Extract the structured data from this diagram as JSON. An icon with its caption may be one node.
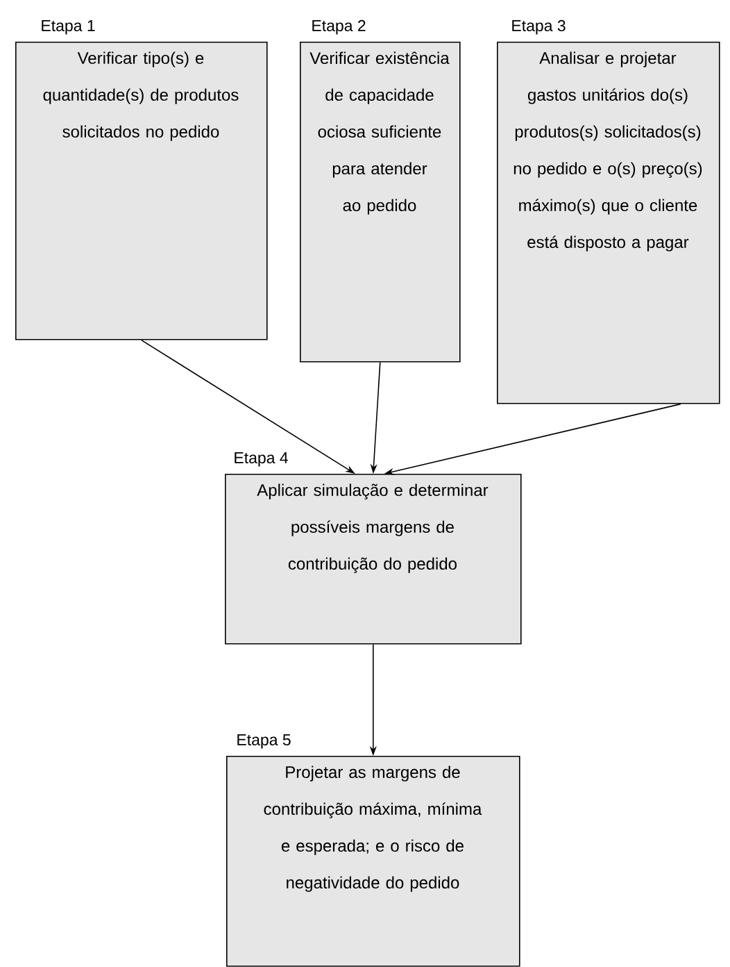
{
  "diagram": {
    "nodes": [
      {
        "text": [
          "Etapa 1",
          "Verificar tipo(s) e quantidade(s) de produtos solicitados no pedido"
        ]
      },
      {
        "text": [
          "Etapa 2",
          "Verificar existência de capacidade ociosa suficiente para atender ao pedido"
        ]
      },
      {
        "text": [
          "Etapa 3",
          "Analisar e projetar gastos unitários do(s) produtos(s) solicitados(s) no pedido e o(s) preço(s) máximo(s) que o cliente está disposto a pagar"
        ]
      },
      {
        "text": [
          "Etapa 4",
          "Aplicar simulação e determinar possíveis margens de contribuição do pedido"
        ]
      },
      {
        "text": [
          "Etapa 5",
          "Projetar as margens de contribuição máxima, mínima e esperada; e o risco de negatividade do pedido"
        ]
      }
    ],
    "edges": [
      {
        "from": 0,
        "to": 3,
        "arrow": "to"
      },
      {
        "from": 1,
        "to": 3,
        "arrow": "to"
      },
      {
        "from": 2,
        "to": 3,
        "arrow": "to"
      },
      {
        "from": 3,
        "to": 4,
        "arrow": "to"
      }
    ]
  }
}
